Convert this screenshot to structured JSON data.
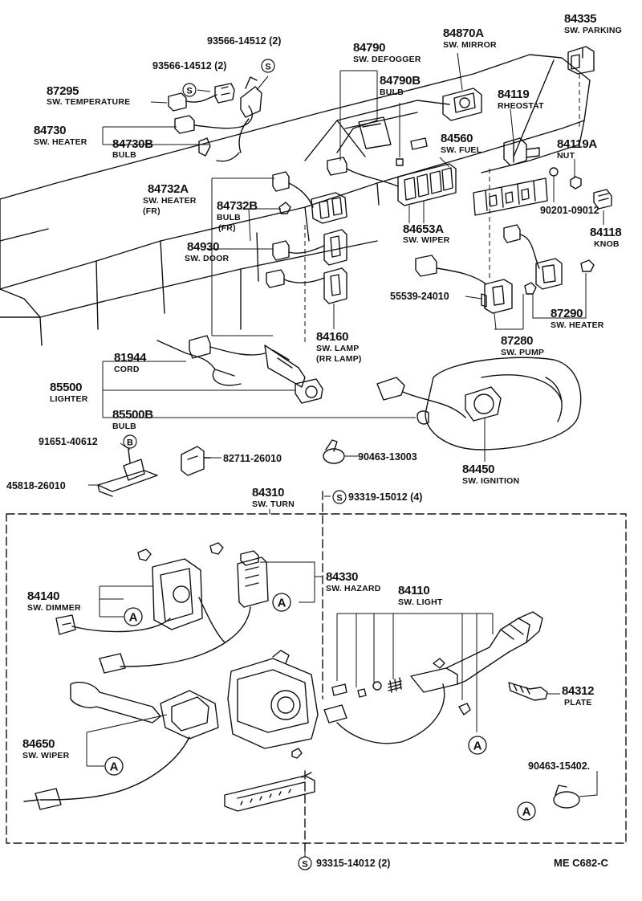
{
  "parts": {
    "p84335": {
      "num": "84335",
      "desc": "SW. PARKING"
    },
    "p93566_top": {
      "num": "93566-14512 (2)"
    },
    "p84790": {
      "num": "84790",
      "desc": "SW. DEFOGGER"
    },
    "p84870A": {
      "num": "84870A",
      "desc": "SW. MIRROR"
    },
    "p93566_mid": {
      "num": "93566-14512 (2)"
    },
    "p84790B": {
      "num": "84790B",
      "desc": "BULB"
    },
    "p87295": {
      "num": "87295",
      "desc": "SW. TEMPERATURE"
    },
    "p84119": {
      "num": "84119",
      "desc": "RHEOSTAT"
    },
    "p84730": {
      "num": "84730",
      "desc": "SW. HEATER"
    },
    "p84730B": {
      "num": "84730B",
      "desc": "BULB"
    },
    "p84560": {
      "num": "84560",
      "desc": "SW. FUEL"
    },
    "p84119A": {
      "num": "84119A",
      "desc": "NUT"
    },
    "p84732A": {
      "num": "84732A",
      "desc": "SW. HEATER",
      "desc2": "(FR)"
    },
    "p84732B": {
      "num": "84732B",
      "desc": "BULB",
      "desc2": "(FR)"
    },
    "p90201": {
      "num": "90201-09012"
    },
    "p84118": {
      "num": "84118",
      "desc": "KNOB"
    },
    "p84653A": {
      "num": "84653A",
      "desc": "SW. WIPER"
    },
    "p84930": {
      "num": "84930",
      "desc": "SW. DOOR"
    },
    "p55539": {
      "num": "55539-24010"
    },
    "p87290": {
      "num": "87290",
      "desc": "SW. HEATER"
    },
    "p84160": {
      "num": "84160",
      "desc": "SW. LAMP",
      "desc2": "(RR LAMP)"
    },
    "p87280": {
      "num": "87280",
      "desc": "SW. PUMP"
    },
    "p81944": {
      "num": "81944",
      "desc": "CORD"
    },
    "p85500": {
      "num": "85500",
      "desc": "LIGHTER"
    },
    "p85500B": {
      "num": "85500B",
      "desc": "BULB"
    },
    "p84450": {
      "num": "84450",
      "desc": "SW. IGNITION"
    },
    "p91651": {
      "num": "91651-40612"
    },
    "p82711": {
      "num": "82711-26010"
    },
    "p90463_13003": {
      "num": "90463-13003"
    },
    "p45818": {
      "num": "45818-26010"
    },
    "p84310": {
      "num": "84310",
      "desc": "SW. TURN"
    },
    "p93319": {
      "num": "93319-15012 (4)"
    },
    "p84330": {
      "num": "84330",
      "desc": "SW. HAZARD"
    },
    "p84110": {
      "num": "84110",
      "desc": "SW. LIGHT"
    },
    "p84140": {
      "num": "84140",
      "desc": "SW. DIMMER"
    },
    "p84312": {
      "num": "84312",
      "desc": "PLATE"
    },
    "p84650": {
      "num": "84650",
      "desc": "SW. WIPER"
    },
    "p90463_15402": {
      "num": "90463-15402."
    },
    "p93315": {
      "num": "93315-14012 (2)"
    }
  },
  "markers": {
    "s": "S",
    "b": "B",
    "a": "A"
  },
  "footer": {
    "code": "ME  C682-C"
  }
}
